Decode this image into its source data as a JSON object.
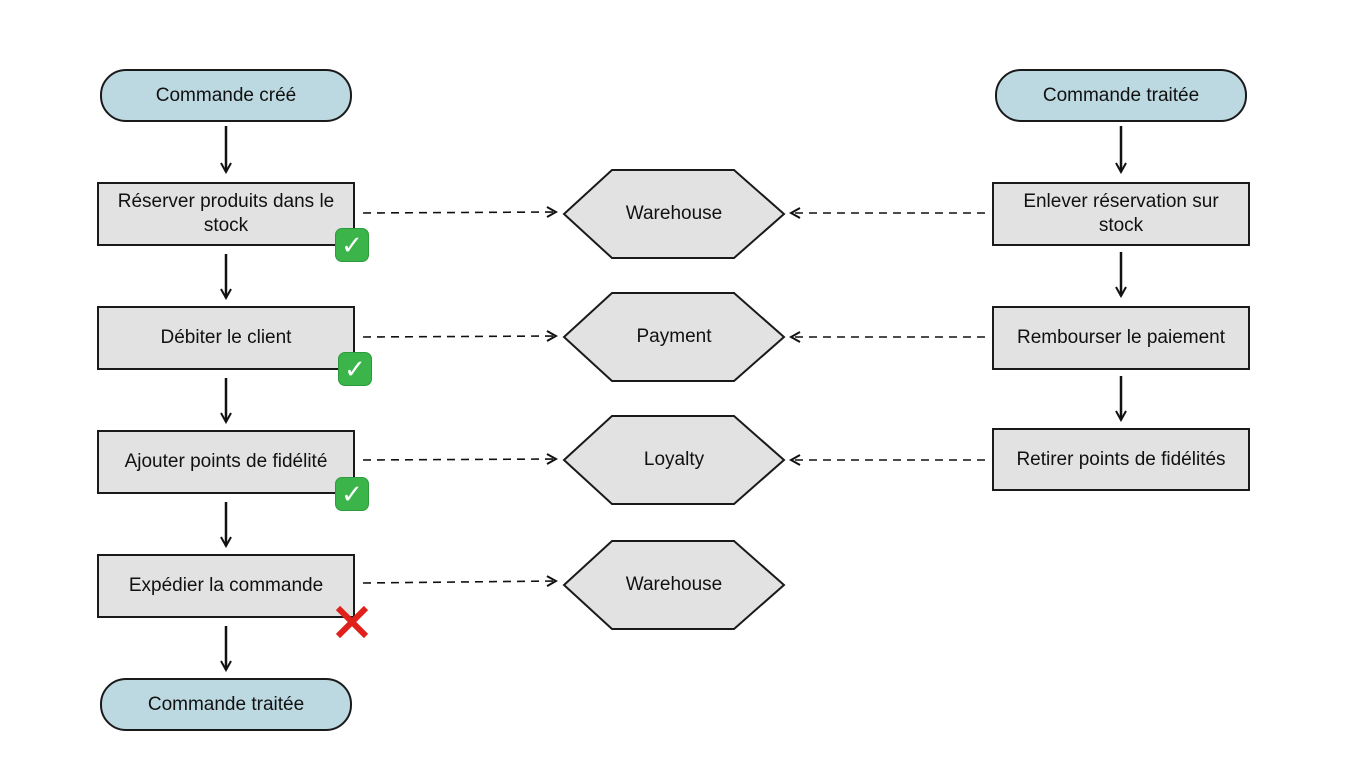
{
  "forward_flow": {
    "start": "Commande créé",
    "steps": [
      {
        "label": "Réserver produits dans le stock",
        "status_icon": "check-icon"
      },
      {
        "label": "Débiter le client",
        "status_icon": "check-icon"
      },
      {
        "label": "Ajouter points de fidélité",
        "status_icon": "check-icon"
      },
      {
        "label": "Expédier la commande",
        "status_icon": "cross-icon"
      }
    ],
    "end": "Commande traitée"
  },
  "services": [
    "Warehouse",
    "Payment",
    "Loyalty",
    "Warehouse"
  ],
  "compensation_flow": {
    "start": "Commande traitée",
    "steps": [
      "Enlever réservation sur stock",
      "Rembourser le paiement",
      "Retirer points de fidélités"
    ]
  },
  "colors": {
    "terminal_fill": "#bcd8e0",
    "step_fill": "#e2e2e2",
    "stroke": "#1a1a1a",
    "success": "#3bb54a",
    "failure": "#e0201b"
  }
}
